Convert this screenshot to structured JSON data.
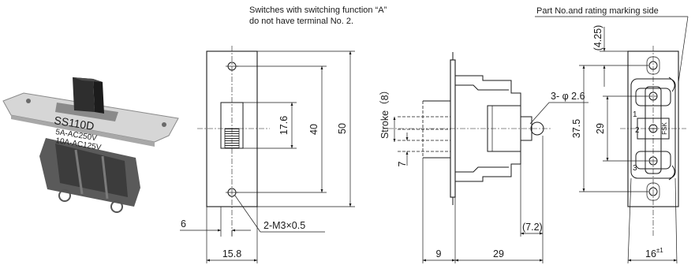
{
  "notes": {
    "switching_note_line1": "Switches with switching function “A”",
    "switching_note_line2": "do not have terminal No. 2.",
    "marking_side": "Part No.and rating marking side"
  },
  "photo": {
    "model_line": "SS110D",
    "rating_line_1": "5A-AC250V",
    "rating_line_2": "10A-AC125V"
  },
  "front_view": {
    "dim_height": "50",
    "dim_hole_pitch": "40",
    "dim_window": "17.6",
    "dim_offset": "6",
    "dim_width": "15.8",
    "thread_callout": "2-M3×0.5"
  },
  "side_view": {
    "stroke_label": "Stroke（8）",
    "dim_7": "7",
    "hole_callout": "3- φ 2.6",
    "dim_72": "(7.2)",
    "dim_9": "9",
    "dim_29": "29"
  },
  "rear_view": {
    "dim_425": "(4.25)",
    "dim_375": "37.5",
    "dim_29": "29",
    "dim_16": "16",
    "dim_16_tol": "±1",
    "terminal_1": "1",
    "terminal_2": "2",
    "terminal_3": "3",
    "brand": "FSK"
  }
}
